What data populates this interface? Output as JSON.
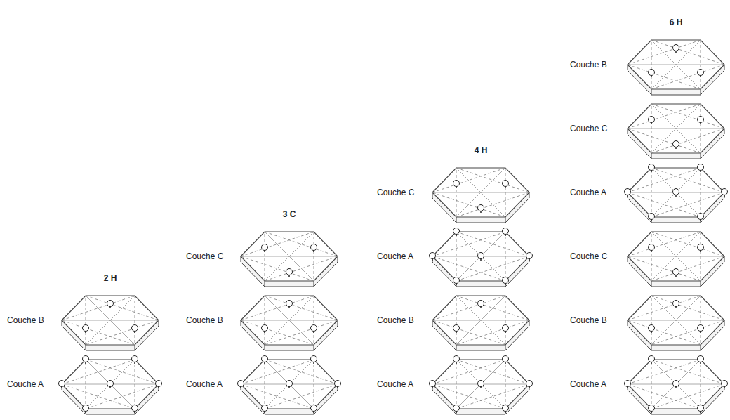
{
  "diagram": {
    "labels": [
      "2 H",
      "Couche B",
      "Couche A",
      "3 C",
      "Couche C",
      "Couche B",
      "Couche A",
      "4 H",
      "Couche C",
      "Couche A",
      "Couche B",
      "Couche A",
      "6 H",
      "Couche B",
      "Couche C",
      "Couche A",
      "Couche C",
      "Couche B",
      "Couche A"
    ]
  }
}
